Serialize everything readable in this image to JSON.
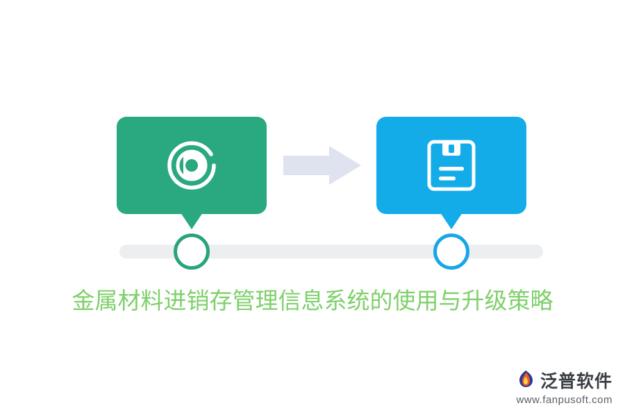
{
  "headline": "金属材料进销存管理信息系统的使用与升级策略",
  "colors": {
    "card_left": "#2aa981",
    "card_right": "#13ace9",
    "timeline_bar": "#eceef0",
    "arrow": "#dfe2ef",
    "headline_text": "#7ed06a",
    "node_left_ring": "#29a37a",
    "node_right_ring": "#17a7e8"
  },
  "diagram": {
    "steps": [
      {
        "id": "step-1",
        "icon": "circular-arrow-icon",
        "color": "#2aa981"
      },
      {
        "id": "step-2",
        "icon": "document-save-icon",
        "color": "#13ace9"
      }
    ],
    "connector": {
      "icon": "right-arrow-icon"
    }
  },
  "watermark": {
    "brand": "泛普软件",
    "url": "www.fanpusoft.com",
    "logo_icon": "fanpu-flame-logo-icon"
  }
}
